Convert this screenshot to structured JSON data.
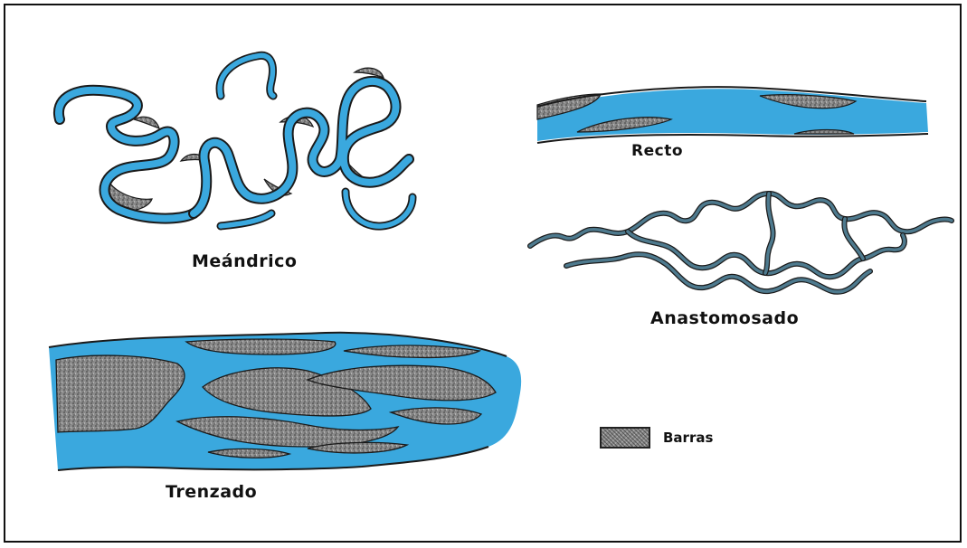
{
  "colors": {
    "water": "#3aa8de",
    "bar": "#8a8a8a",
    "outline": "#1a1a1a",
    "anastomosed_channel": "#4e7a8e"
  },
  "labels": {
    "meandrico": "Meándrico",
    "recto": "Recto",
    "anastomosado": "Anastomosado",
    "trenzado": "Trenzado"
  },
  "legend": {
    "bars_label": "Barras"
  }
}
